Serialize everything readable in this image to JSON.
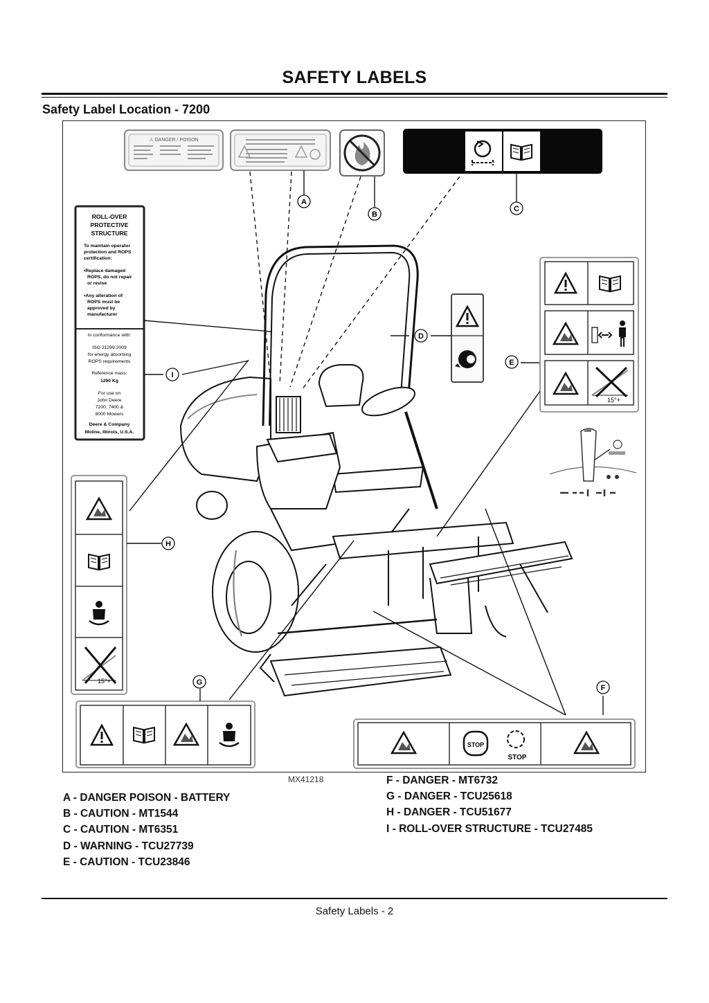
{
  "page": {
    "title": "SAFETY LABELS",
    "subtitle": "Safety Label Location - 7200",
    "footer": "Safety Labels - 2"
  },
  "figure": {
    "id": "MX41218",
    "callouts": [
      "A",
      "B",
      "C",
      "D",
      "E",
      "F",
      "G",
      "H",
      "I"
    ],
    "rops_label": {
      "heading": [
        "ROLL-OVER",
        "PROTECTIVE",
        "STRUCTURE"
      ],
      "intro": [
        "To maintain operator",
        "protection and ROPS",
        "certification:"
      ],
      "bullet1": [
        "•Replace damaged",
        "ROPS, do not repair",
        "or revise"
      ],
      "bullet2": [
        "•Any alteration of",
        "ROPS must be",
        "approved by",
        "manufacturer"
      ],
      "conformance": "In conformance with:",
      "iso": [
        "ISO 21299:2009",
        "for energy absorbing",
        "ROPS requirements"
      ],
      "mass_label": "Reference mass:",
      "mass_value": "1290 Kg",
      "use": [
        "For use on",
        "John Deere",
        "7200, 7400 &",
        "8000 Mowers"
      ],
      "company": [
        "Deere & Company",
        "Moline, Illinois, U.S.A."
      ]
    },
    "label_a_left_heading": "⚠ DANGER / POISON",
    "slope_text": "15°+",
    "stop_text": "STOP"
  },
  "legend": {
    "left": [
      "A  - DANGER POISON - BATTERY",
      "B  - CAUTION - MT1544",
      "C  - CAUTION - MT6351",
      "D  - WARNING - TCU27739",
      "E  - CAUTION - TCU23846"
    ],
    "right": [
      "F  - DANGER - MT6732",
      "G  - DANGER - TCU25618",
      "H  - DANGER - TCU51677",
      "I   - ROLL-OVER STRUCTURE - TCU27485"
    ]
  }
}
